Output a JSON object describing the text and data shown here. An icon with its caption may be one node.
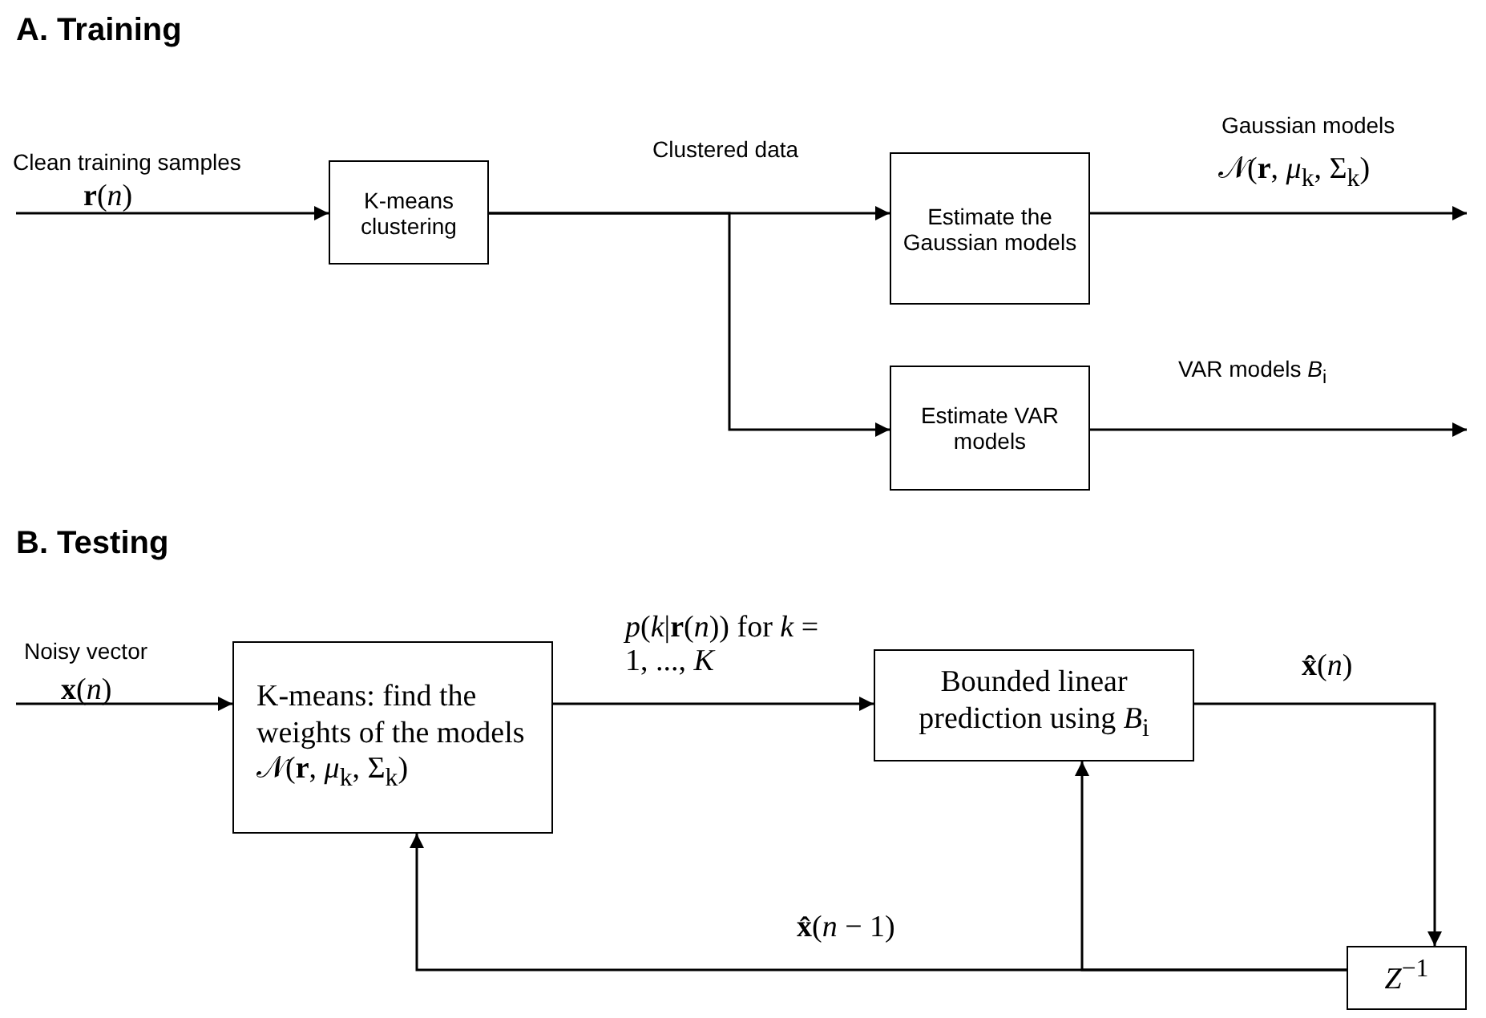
{
  "diagram": {
    "nodes": [
      {
        "text": [
          "K-means clustering"
        ]
      },
      {
        "text": [
          "Estimate the Gaussian models"
        ]
      },
      {
        "text": [
          "Estimate VAR models"
        ]
      },
      {
        "text": [
          "K-means: find the weights of the models 𝒩(**r**, *μ*$_{k}$, Σ$_{k}$)"
        ]
      },
      {
        "text": [
          "Bounded linear prediction using *B*$_{i}$"
        ]
      },
      {
        "text": [
          "*Z*$^{−1}$"
        ]
      }
    ],
    "edges": [
      {
        "from": null,
        "to": 0,
        "arrow": "to"
      },
      {
        "from": 0,
        "to": 1,
        "arrow": "to"
      },
      {
        "from": 0,
        "to": 2,
        "arrow": "to"
      },
      {
        "from": 1,
        "to": null,
        "arrow": "to"
      },
      {
        "from": 2,
        "to": null,
        "arrow": "to"
      },
      {
        "from": null,
        "to": 3,
        "arrow": "to"
      },
      {
        "from": 3,
        "to": 4,
        "arrow": "to"
      },
      {
        "from": 4,
        "to": 5,
        "arrow": "to"
      },
      {
        "from": 5,
        "to": 3,
        "arrow": "to"
      },
      {
        "from": 5,
        "to": 4,
        "arrow": "to"
      }
    ],
    "labels": [
      "A. Training",
      "Clean training samples",
      "**r**(*n*)",
      "Clustered data",
      "Gaussian models",
      "𝒩(**r**, *μ*$_{k}$, Σ$_{k}$)",
      "VAR models *B*$_{i}$",
      "B. Testing",
      "Noisy vector",
      "**x**(*n*)",
      "*p*(*k*|**r**(*n*)) for *k* = 1, ..., *K*",
      "**x̂**(*n*)",
      "**x̂**(*n* − 1)"
    ]
  }
}
